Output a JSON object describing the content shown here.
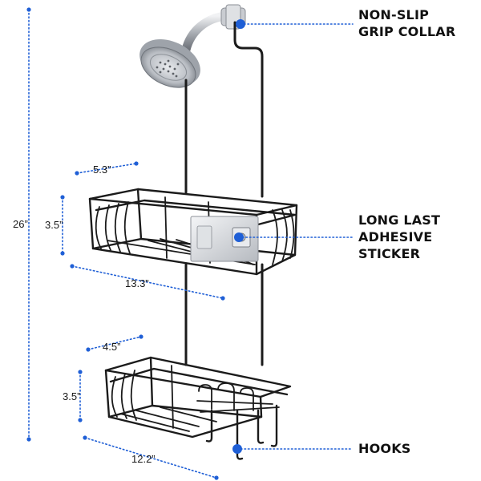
{
  "colors": {
    "accent": "#1f5fd6",
    "frame": "#1b1b1b",
    "chrome": "#b8bcc2",
    "label_text": "#111111"
  },
  "dimensions": {
    "overall_height": "26”",
    "top_basket_depth": "5.3”",
    "top_basket_height": "3.5”",
    "top_basket_width": "13.3”",
    "bottom_basket_depth": "4.5”",
    "bottom_basket_height": "3.5”",
    "bottom_basket_width": "12.2”"
  },
  "callouts": {
    "grip_collar": {
      "line1": "NON-SLIP",
      "line2": "GRIP COLLAR"
    },
    "adhesive": {
      "line1": "LONG LAST",
      "line2": "ADHESIVE",
      "line3": "STICKER"
    },
    "hooks": {
      "line1": "HOOKS"
    }
  },
  "icons": [
    "shower-head-icon",
    "shower-caddy-icon",
    "adhesive-sticker-icon",
    "hook-icon"
  ]
}
